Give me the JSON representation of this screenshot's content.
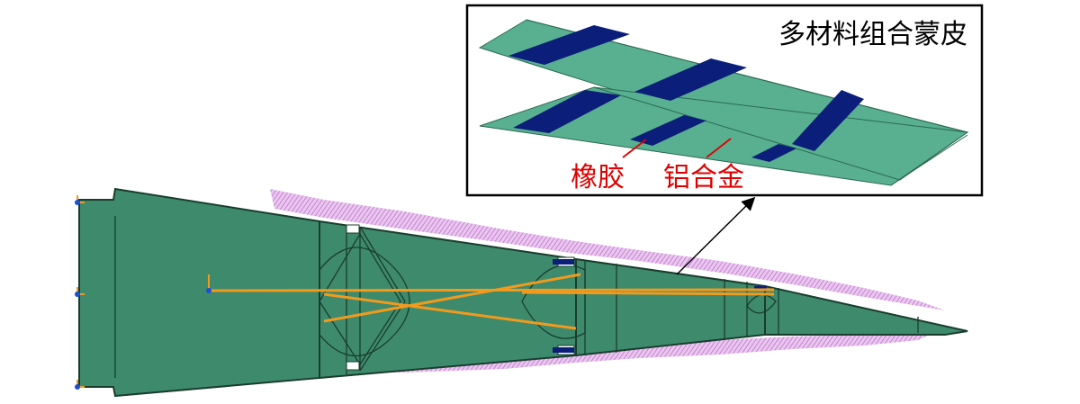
{
  "inset": {
    "title": "多材料组合蒙皮",
    "rubber_label": "橡胶",
    "alloy_label": "铝合金"
  },
  "colors": {
    "panel": "#3d8b6c",
    "panel_dark": "#1f4d3a",
    "skin": "#58b090",
    "rubber_band": "#0b1e7a",
    "spar": "#f29a1e",
    "load_arrows": "#cf86d8",
    "annotation": "#e00000",
    "support": "#1e4fd0"
  },
  "icons": [
    "boundary-support-icon",
    "coordinate-axis-icon",
    "callout-arrow-icon"
  ]
}
